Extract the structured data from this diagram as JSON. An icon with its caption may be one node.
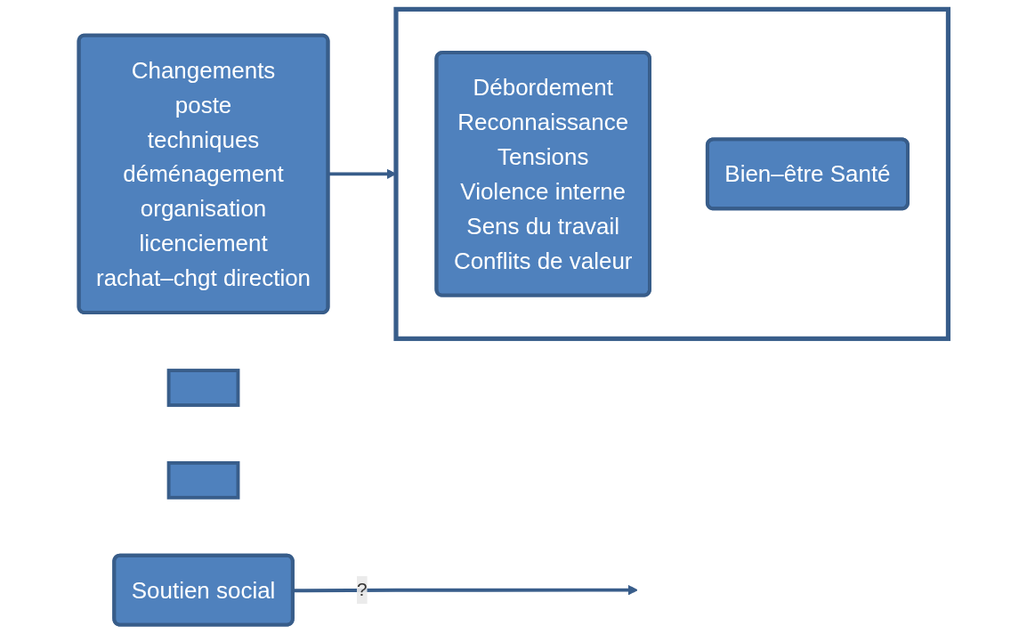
{
  "diagram": {
    "nodes": [
      {
        "text": [
          "Changements",
          "poste",
          "techniques",
          "déménagement",
          "organisation",
          "licenciement",
          "rachat–chgt direction"
        ]
      },
      {
        "text": [],
        "shape": "box"
      },
      {
        "text": [
          "Débordement",
          "Reconnaissance",
          "Tensions",
          "Violence interne",
          "Sens du travail",
          "Conflits de valeur"
        ],
        "in": 1
      },
      {
        "text": [
          "Bien–être Santé"
        ],
        "in": 1
      },
      {
        "text": [],
        "shape": "box"
      },
      {
        "text": [],
        "shape": "box"
      },
      {
        "text": [
          "Soutien social"
        ]
      }
    ],
    "edges": [
      {
        "from": 0,
        "to": 1,
        "arrow": "to"
      },
      {
        "from": 6,
        "to": null,
        "arrow": "to",
        "label": "?"
      }
    ]
  }
}
